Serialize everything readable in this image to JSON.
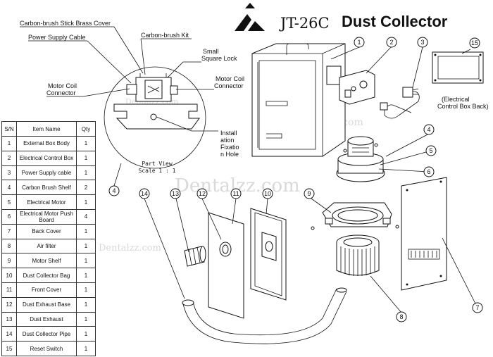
{
  "title": {
    "model": "JT-26C",
    "name": "Dust Collector"
  },
  "watermark": "Dentalzz.com",
  "part_view": {
    "line1": "Part View",
    "line2": "Scale 1 : 1"
  },
  "table": {
    "headers": [
      "S/N",
      "Item Name",
      "Qty"
    ],
    "rows": [
      {
        "sn": "1",
        "name": "External Box Body",
        "qty": "1"
      },
      {
        "sn": "2",
        "name": "Electrical Control Box",
        "qty": "1"
      },
      {
        "sn": "3",
        "name": "Power Supply cable",
        "qty": "1"
      },
      {
        "sn": "4",
        "name": "Carbon Brush Shelf",
        "qty": "2"
      },
      {
        "sn": "5",
        "name": "Electrical Motor",
        "qty": "1"
      },
      {
        "sn": "6",
        "name": "Electrical Motor Push Board",
        "qty": "4"
      },
      {
        "sn": "7",
        "name": "Back Cover",
        "qty": "1"
      },
      {
        "sn": "8",
        "name": "Air filter",
        "qty": "1"
      },
      {
        "sn": "9",
        "name": "Motor Shelf",
        "qty": "1"
      },
      {
        "sn": "10",
        "name": "Dust Collector Bag",
        "qty": "1"
      },
      {
        "sn": "11",
        "name": "Front Cover",
        "qty": "1"
      },
      {
        "sn": "12",
        "name": "Dust Exhaust Base",
        "qty": "1"
      },
      {
        "sn": "13",
        "name": "Dust Exhaust",
        "qty": "1"
      },
      {
        "sn": "14",
        "name": "Dust Collector Pipe",
        "qty": "1"
      },
      {
        "sn": "15",
        "name": "Reset Switch",
        "qty": "1"
      }
    ]
  },
  "callouts": {
    "carbon_brush_cover": "Carbon-brush Stick Brass Cover",
    "power_cable": "Power Supply Cable",
    "carbon_brush_kit": "Carbon-brush Kit",
    "small_square_lock_1": "Small",
    "small_square_lock_2": "Square Lock",
    "motor_coil_left_1": "Motor Coil",
    "motor_coil_left_2": "Connector",
    "motor_coil_right_1": "Motor Coil",
    "motor_coil_right_2": "Connector",
    "install_hole_1": "Install",
    "install_hole_2": "ation",
    "install_hole_3": "Fixatio",
    "install_hole_4": "n Hole",
    "control_box_back_1": "(Electrical",
    "control_box_back_2": "Control Box Back)"
  },
  "part_numbers": [
    "1",
    "2",
    "3",
    "4",
    "5",
    "6",
    "7",
    "8",
    "9",
    "10",
    "11",
    "12",
    "13",
    "14",
    "15",
    "4"
  ]
}
